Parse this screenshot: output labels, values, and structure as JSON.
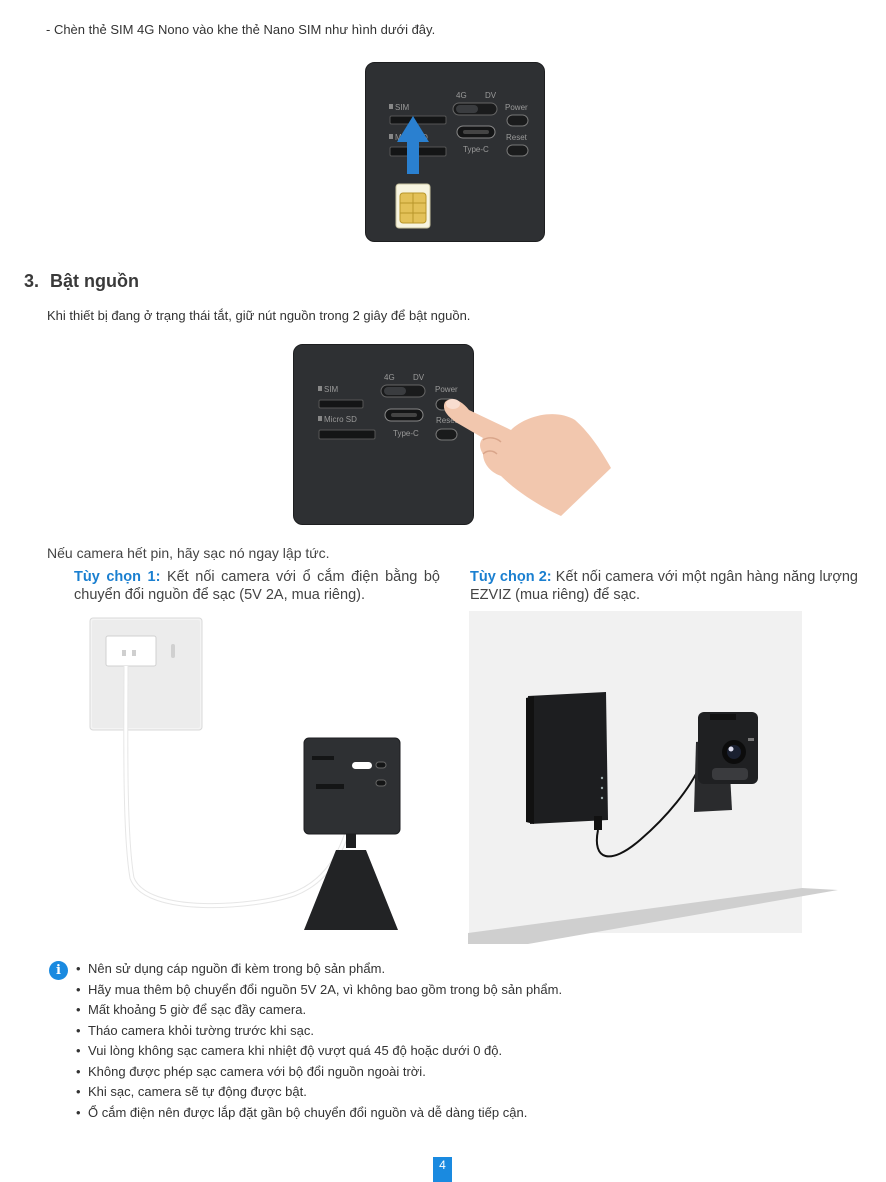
{
  "step_sim": "-  Chèn thẻ SIM 4G Nono vào khe thẻ Nano SIM như hình dưới đây.",
  "section": {
    "number": "3.",
    "title": "Bật nguồn"
  },
  "power_instruction": "Khi thiết bị đang ở trạng thái tắt, giữ nút nguồn trong 2 giây để bật nguồn.",
  "device_labels": {
    "sim": "SIM",
    "micro_sd": "Micro SD",
    "lte": "4G",
    "dv": "DV",
    "power": "Power",
    "reset": "Reset",
    "type_c": "Type-C"
  },
  "charge_intro": "Nếu camera hết pin, hãy sạc nó ngay lập tức.",
  "option1": {
    "label": "Tùy chọn 1:",
    "text": " Kết nối camera với ổ cắm điện bằng bộ chuyển đổi nguồn để sạc (5V 2A, mua riêng)."
  },
  "option2": {
    "label": "Tùy chọn 2:",
    "text": " Kết nối camera với một ngân hàng năng lượng EZVIZ (mua riêng) để sạc."
  },
  "info_icon": "info-icon",
  "notes": [
    "Nên sử dụng cáp nguồn đi kèm trong bộ sản phẩm.",
    "Hãy mua thêm bộ chuyển đổi nguồn 5V 2A, vì không bao gồm trong bộ sản phẩm.",
    "Mất khoảng 5 giờ để sạc đầy camera.",
    "Tháo camera khỏi tường trước khi sạc.",
    "Vui lòng không sạc camera khi nhiệt độ vượt quá 45 độ hoặc dưới 0 độ.",
    "Không được phép sạc camera với bộ đổi nguồn ngoài trời.",
    "Khi sạc, camera sẽ tự động được bật.",
    "Ổ cắm điện nên được lắp đặt gần bộ chuyển đổi nguồn và dễ dàng tiếp cận."
  ],
  "page_number": "4",
  "colors": {
    "accent": "#1a8ae0",
    "device_body": "#2e3033",
    "arrow": "#2a80d0",
    "hand": "#f2c7ae"
  }
}
